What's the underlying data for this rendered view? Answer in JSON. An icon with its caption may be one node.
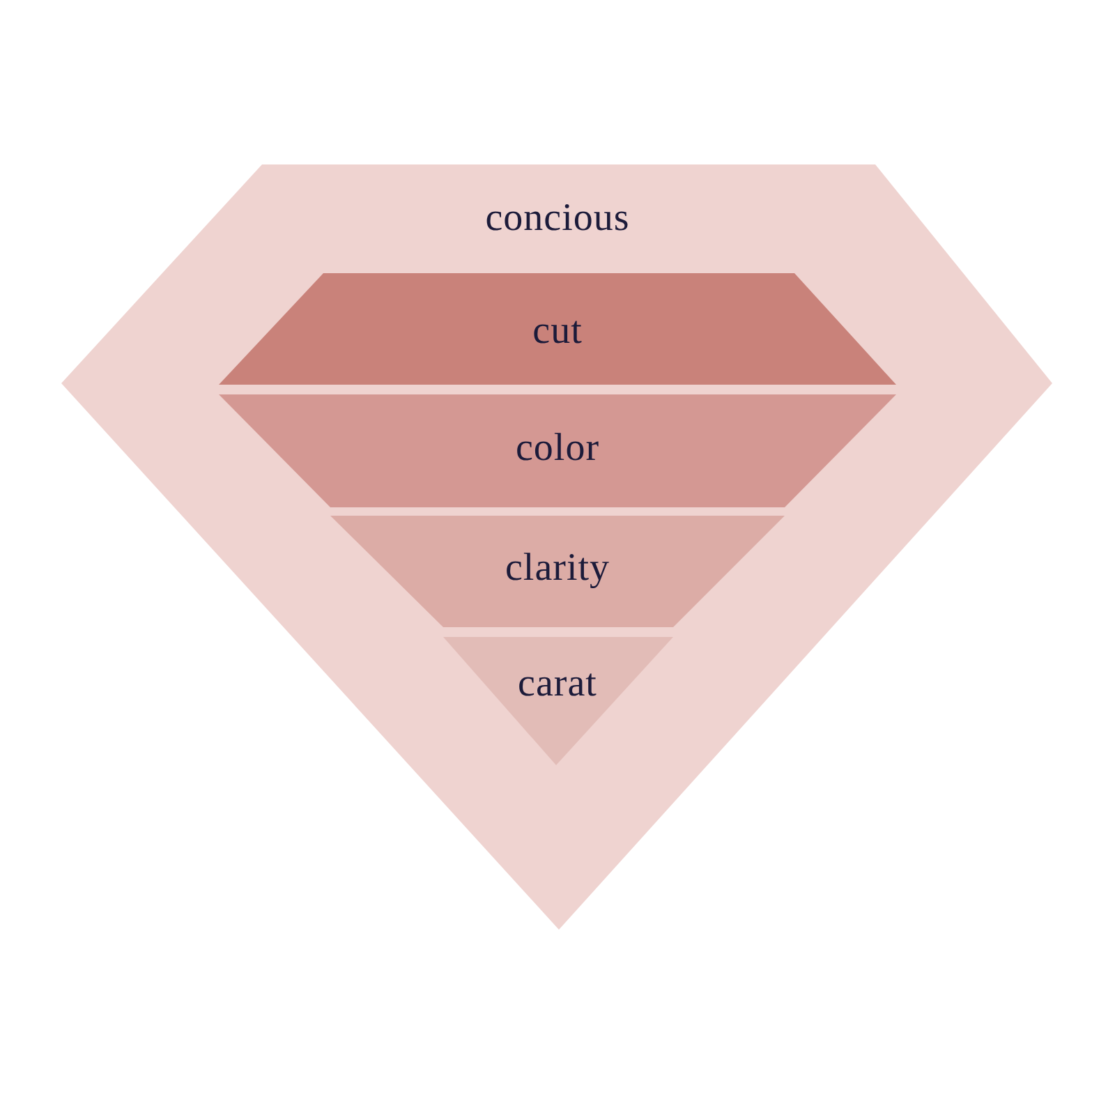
{
  "diagram": {
    "nodes": [
      {
        "text": [
          "concious"
        ]
      },
      {
        "text": [
          "cut"
        ],
        "in": 0
      },
      {
        "text": [
          "color"
        ],
        "in": 0
      },
      {
        "text": [
          "clarity"
        ],
        "in": 0
      },
      {
        "text": [
          "carat"
        ],
        "in": 0
      }
    ]
  }
}
